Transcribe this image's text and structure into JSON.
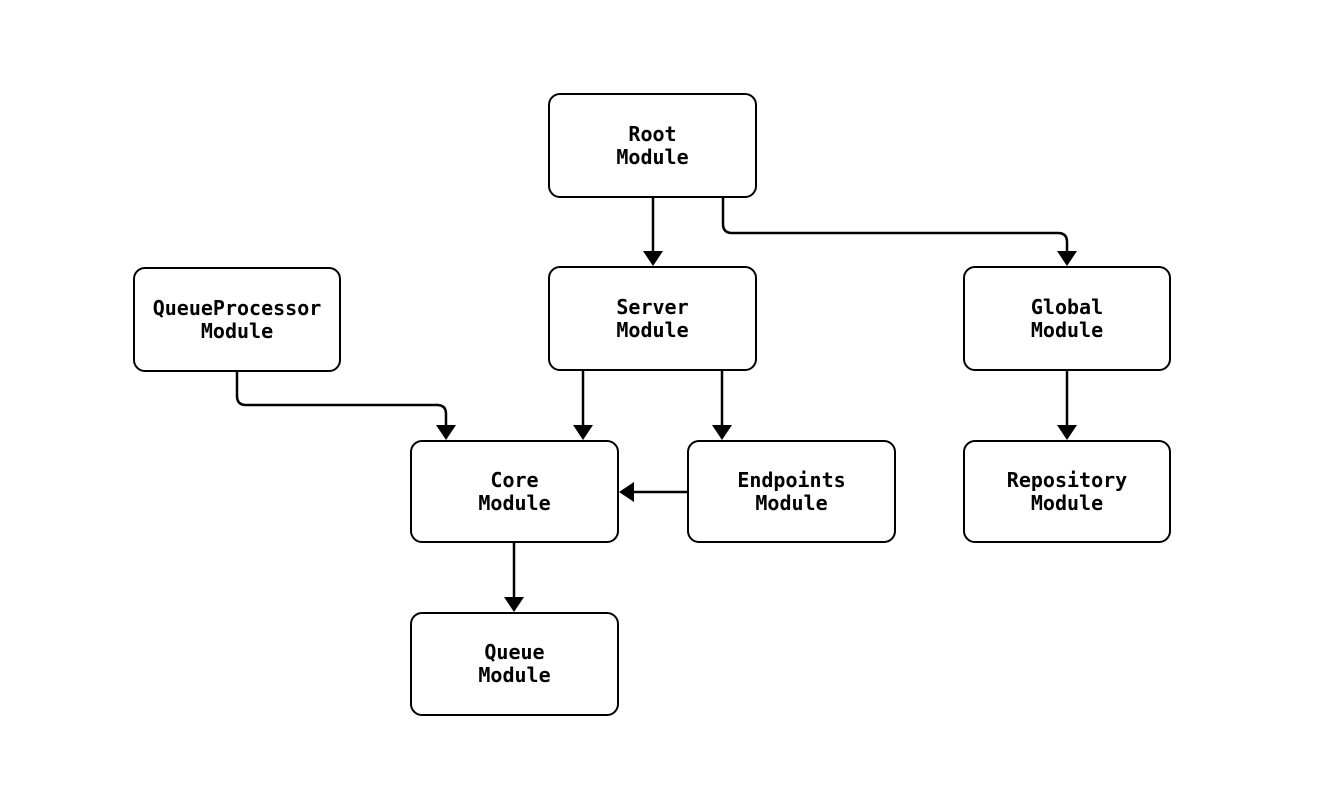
{
  "diagram": {
    "type": "flowchart",
    "nodes": {
      "root": {
        "label": "Root\nModule"
      },
      "queueprocessor": {
        "label": "QueueProcessor\nModule"
      },
      "server": {
        "label": "Server\nModule"
      },
      "global": {
        "label": "Global\nModule"
      },
      "core": {
        "label": "Core\nModule"
      },
      "endpoints": {
        "label": "Endpoints\nModule"
      },
      "repository": {
        "label": "Repository\nModule"
      },
      "queue": {
        "label": "Queue\nModule"
      }
    },
    "edges": [
      {
        "from": "root",
        "to": "server"
      },
      {
        "from": "root",
        "to": "global"
      },
      {
        "from": "queueprocessor",
        "to": "core"
      },
      {
        "from": "server",
        "to": "core"
      },
      {
        "from": "server",
        "to": "endpoints"
      },
      {
        "from": "endpoints",
        "to": "core"
      },
      {
        "from": "core",
        "to": "queue"
      },
      {
        "from": "global",
        "to": "repository"
      }
    ],
    "colors": {
      "background": "#ffffff",
      "node_fill": "#ffffff",
      "node_border": "#000000",
      "edge": "#000000",
      "text": "#000000"
    }
  }
}
